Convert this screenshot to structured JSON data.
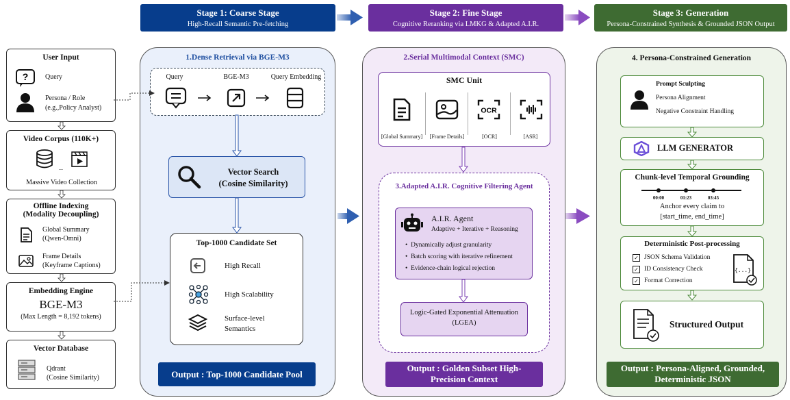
{
  "colors": {
    "stage1": "#073d8c",
    "stage2": "#6a2f9e",
    "stage3": "#3e6b32",
    "panel1_bg": "#eaf0fb",
    "panel2_bg": "#f3eaf8",
    "panel3_bg": "#eef4ea"
  },
  "stages": [
    {
      "title": "Stage 1: Coarse Stage",
      "subtitle": "High-Recall Semantic Pre-fetching"
    },
    {
      "title": "Stage 2: Fine Stage",
      "subtitle": "Cognitive Reranking via LMKG & Adapted A.I.R."
    },
    {
      "title": "Stage 3: Generation",
      "subtitle": "Persona-Constrained Synthesis & Grounded JSON Output"
    }
  ],
  "left": {
    "user_input": {
      "title": "User Input",
      "query": "Query",
      "persona_line1": "Persona / Role",
      "persona_line2": "(e.g.,Policy Analyst)"
    },
    "video_corpus": {
      "title": "Video Corpus (110K+)",
      "ellipsis": "...",
      "caption": "Massive Video Collection"
    },
    "offline_indexing": {
      "title_line1": "Offline Indexing",
      "title_line2": "(Modality Decoupling)",
      "item1_line1": "Global Summary",
      "item1_line2": "(Qwen-Omni)",
      "item2_line1": "Frame Details",
      "item2_line2": "(Keyframe Captions)"
    },
    "embedding": {
      "title": "Embedding Engine",
      "model": "BGE-M3",
      "note": "(Max Length = 8,192 tokens)"
    },
    "vector_db": {
      "title": "Vector Database",
      "line1": "Qdrant",
      "line2": "(Cosine Similarity)"
    }
  },
  "stage1": {
    "title": "1.Dense Retrieval via BGE-M3",
    "labels": {
      "query": "Query",
      "bge": "BGE-M3",
      "embedding": "Query Embedding"
    },
    "search_line1": "Vector Search",
    "search_line2": "(Cosine Similarity)",
    "candidate_title": "Top-1000 Candidate Set",
    "items": [
      "High Recall",
      "High Scalability",
      "Surface-level"
    ],
    "item3_line2": "Semantics",
    "output": "Output : Top-1000 Candidate Pool"
  },
  "stage2": {
    "title": "2.Serial Multimodal Context (SMC)",
    "smc_title": "SMC Unit",
    "captions": [
      "[Global Summary]",
      "[Frame Details]",
      "[OCR]",
      "[ASR]"
    ],
    "ocr_glyph": "OCR",
    "air_title": "3.Adapted A.I.R. Cognitive Filtering Agent",
    "agent_name": "A.I.R. Agent",
    "agent_sub": "Adaptive + Iterative + Reasoning",
    "bullets": [
      "Dynamically adjust granularity",
      "Batch scoring with iterative refinement",
      "Evidence-chain logical rejection"
    ],
    "lgea_line1": "Logic-Gated Exponential Attenuation",
    "lgea_line2": "(LGEA)",
    "output_line1": "Output : Golden Subset High-",
    "output_line2": "Precision Context"
  },
  "stage3": {
    "title": "4. Persona-Constrained Generation",
    "prompt_title": "Prompt Sculpting",
    "prompt_items": [
      "Persona Alignment",
      "Negative Constraint Handling"
    ],
    "llm": "LLM GENERATOR",
    "chunk_title": "Chunk-level Temporal Grounding",
    "timeline": [
      "00:00",
      "01:23",
      "03:45"
    ],
    "anchor_line1": "Anchor every claim to",
    "anchor_line2": "[start_time, end_time]",
    "post_title": "Deterministic Post-processing",
    "post_items": [
      "JSON Schema Validation",
      "ID Consistency Check",
      "Format Correction"
    ],
    "json_glyph": "{...}",
    "structured": "Structured Output",
    "output_line1": "Output : Persona-Aligned, Grounded,",
    "output_line2": "Deterministic JSON"
  }
}
